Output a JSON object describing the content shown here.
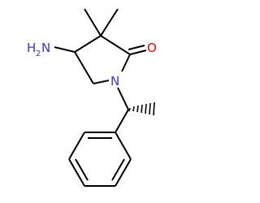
{
  "molecule": {
    "atoms": {
      "amino": {
        "main": "H",
        "sub": "2",
        "tail": "N",
        "color": "#3333ff"
      },
      "carbonyl_oxygen": {
        "label": "O",
        "color": "#ff0000"
      },
      "ring_nitrogen": {
        "label": "N",
        "color": "#3333ff"
      }
    },
    "bond_color": "#000000",
    "stereocenter": "wedge"
  }
}
